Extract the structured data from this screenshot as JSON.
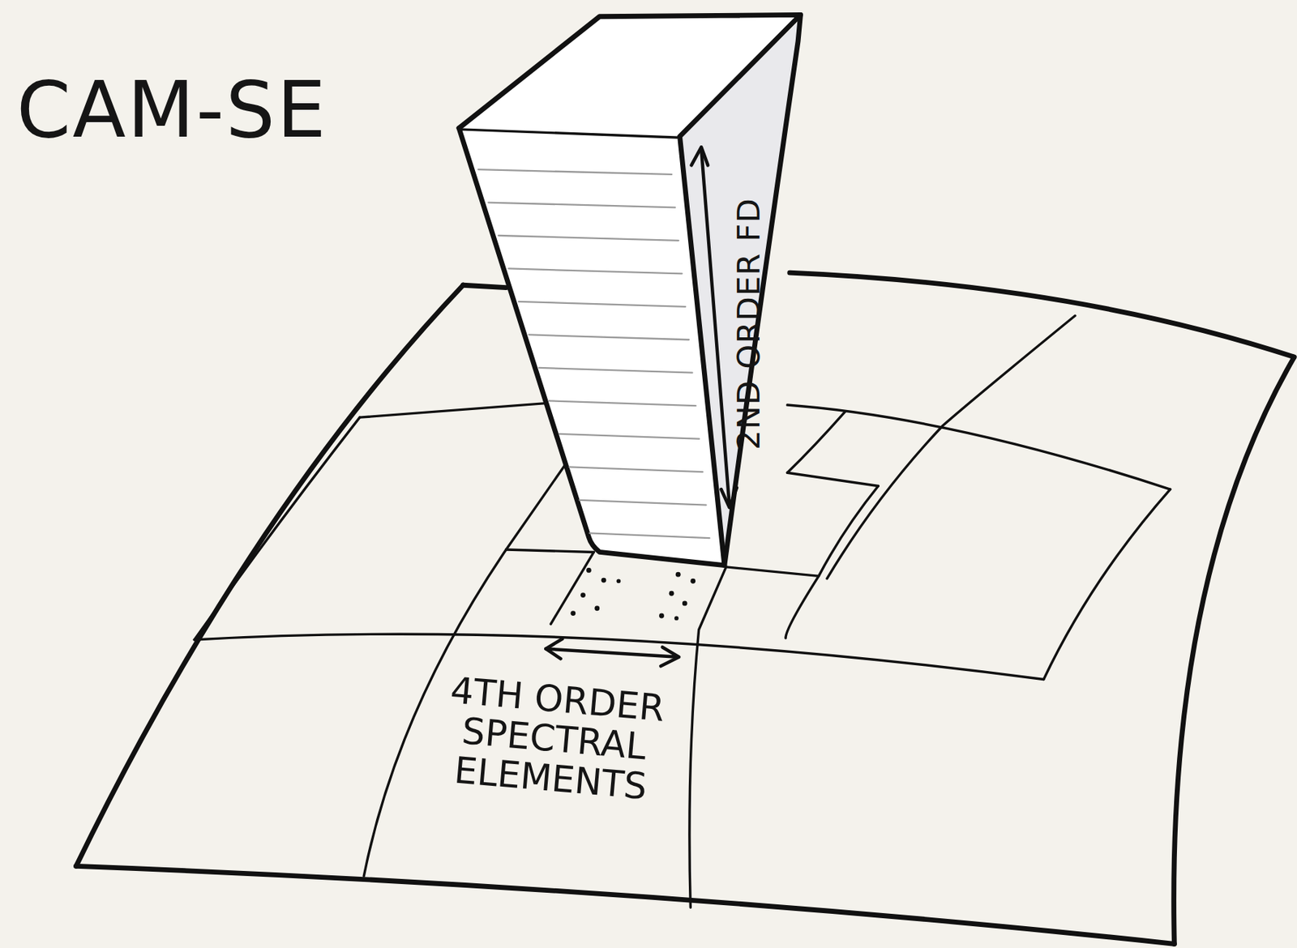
{
  "diagram": {
    "title": "CAM-SE",
    "labels": [
      "2ND ORDER FD",
      "4TH ORDER SPECTRAL ELEMENTS"
    ]
  }
}
